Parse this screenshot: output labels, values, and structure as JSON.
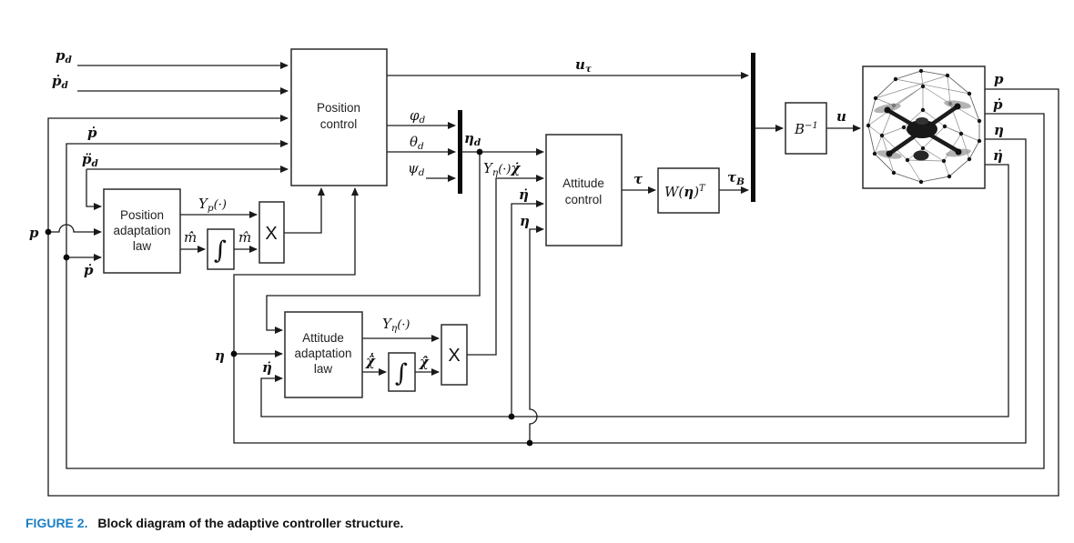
{
  "caption": {
    "label": "FIGURE 2.",
    "text": "Block diagram of the adaptive controller structure."
  },
  "colors": {
    "caption_label": "#1b7fc4",
    "line": "#1a1a1a"
  },
  "blocks": {
    "position_control": {
      "line1": "Position",
      "line2": "control"
    },
    "position_adaptation_law": {
      "line1": "Position",
      "line2": "adaptation",
      "line3": "law"
    },
    "attitude_adaptation_law": {
      "line1": "Attitude",
      "line2": "adaptation",
      "line3": "law"
    },
    "attitude_control": {
      "line1": "Attitude",
      "line2": "control"
    },
    "integrator": "∫",
    "multiplier": "X",
    "w_transpose": {
      "pre": "W(",
      "eta": "η",
      "post": ")",
      "sup": "T"
    },
    "b_inverse": {
      "base": "B",
      "sup": "−1"
    }
  },
  "signals": {
    "p_d": {
      "base": "p",
      "sub": "d"
    },
    "pdot_d": {
      "base": "ṗ",
      "sub": "d"
    },
    "pdot": "ṗ",
    "pddot_d": {
      "base": "p̈",
      "sub": "d"
    },
    "p": "p",
    "eta": "η",
    "eta_dot": "η̇",
    "eta_d": {
      "base": "η",
      "sub": "d"
    },
    "phi_d": {
      "base": "φ",
      "sub": "d"
    },
    "theta_d": {
      "base": "θ",
      "sub": "d"
    },
    "psi_d": {
      "base": "ψ",
      "sub": "d"
    },
    "Y_p": {
      "base": "Y",
      "sub": "p",
      "args": "(·)"
    },
    "Y_eta": {
      "base": "Y",
      "sub": "η",
      "args": "(·)"
    },
    "chi_dot": "χ̇",
    "m_hat_dot": "m̂̇",
    "m_hat": "m̂",
    "chi_hat_dot": "χ̂̇",
    "chi_hat": "χ̂",
    "u_tau": {
      "base": "u",
      "sub": "τ"
    },
    "tau": "τ",
    "tau_B": {
      "base": "τ",
      "sub": "B"
    },
    "u": "u"
  }
}
